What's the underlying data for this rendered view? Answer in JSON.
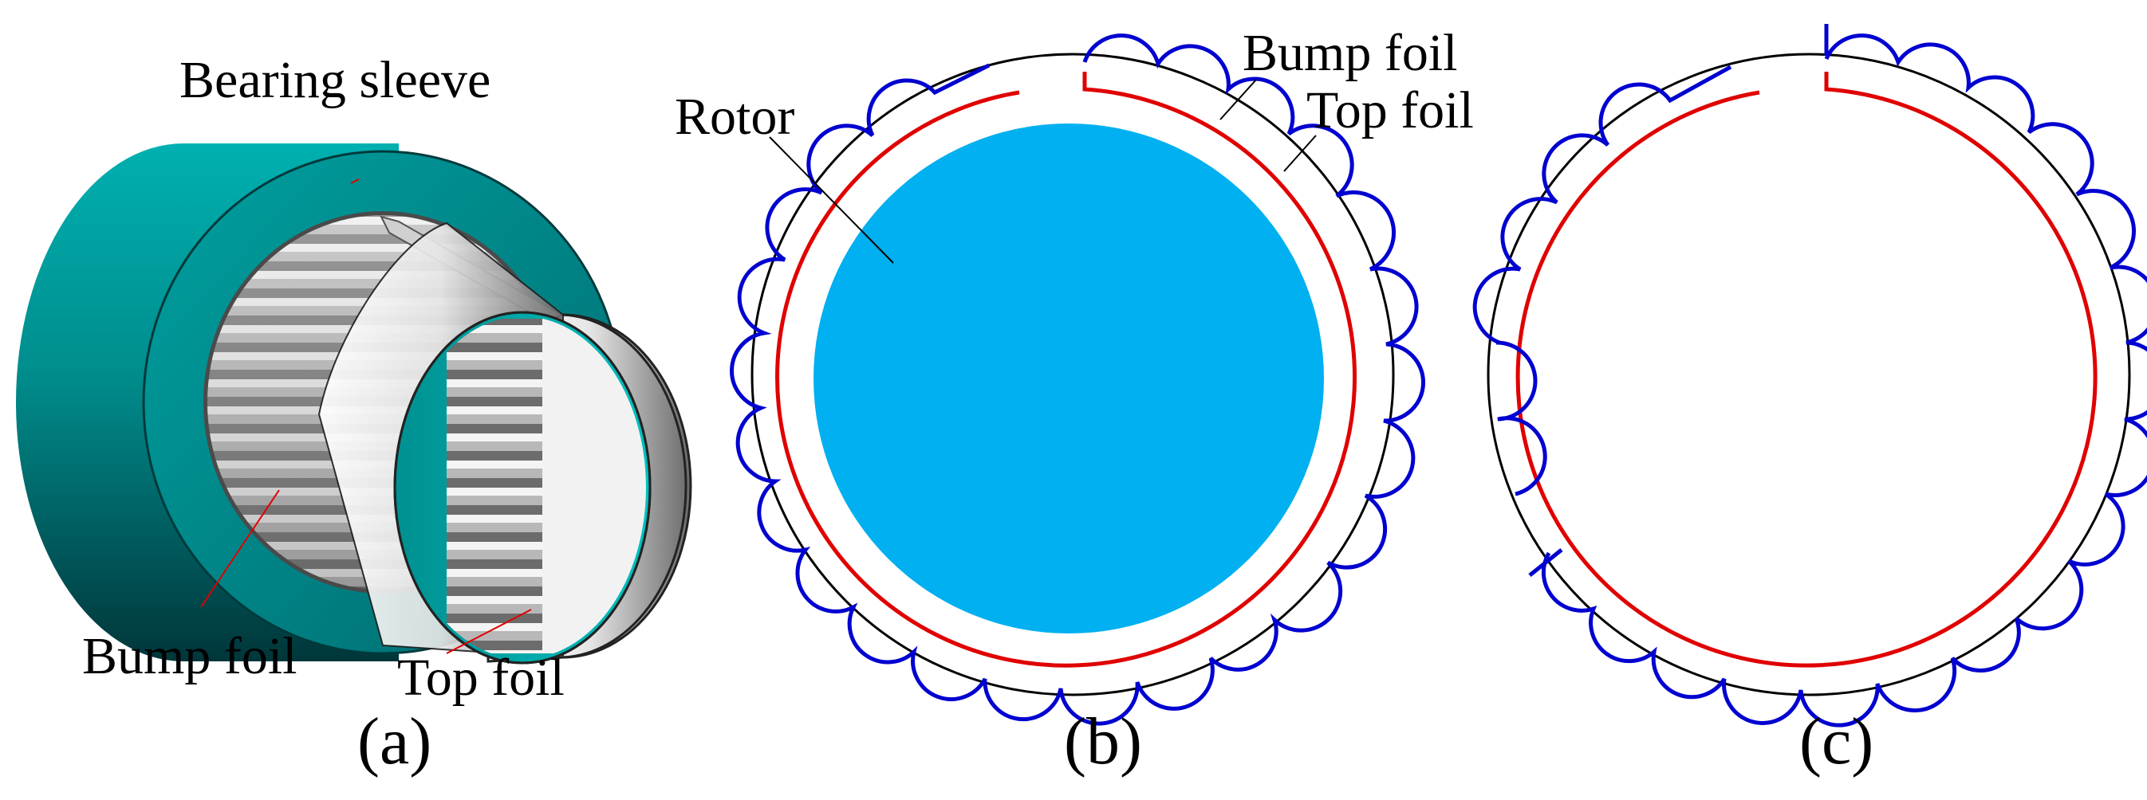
{
  "panels": {
    "a": {
      "caption": "(a)",
      "labels": {
        "bearing_sleeve": "Bearing sleeve",
        "bump_foil": "Bump foil",
        "top_foil": "Top foil"
      }
    },
    "b": {
      "caption": "(b)",
      "labels": {
        "rotor": "Rotor",
        "bump_foil": "Bump foil",
        "top_foil": "Top foil"
      }
    },
    "c": {
      "caption": "(c)"
    }
  },
  "colors": {
    "sleeve": "#008c8c",
    "sleeve_dark": "#005f63",
    "rotor": "#00b0f0",
    "bump_foil": "#0000d0",
    "top_foil": "#e00000",
    "outline": "#000000",
    "foil_metal": "#c8c8c8",
    "leader": "#e00000"
  }
}
